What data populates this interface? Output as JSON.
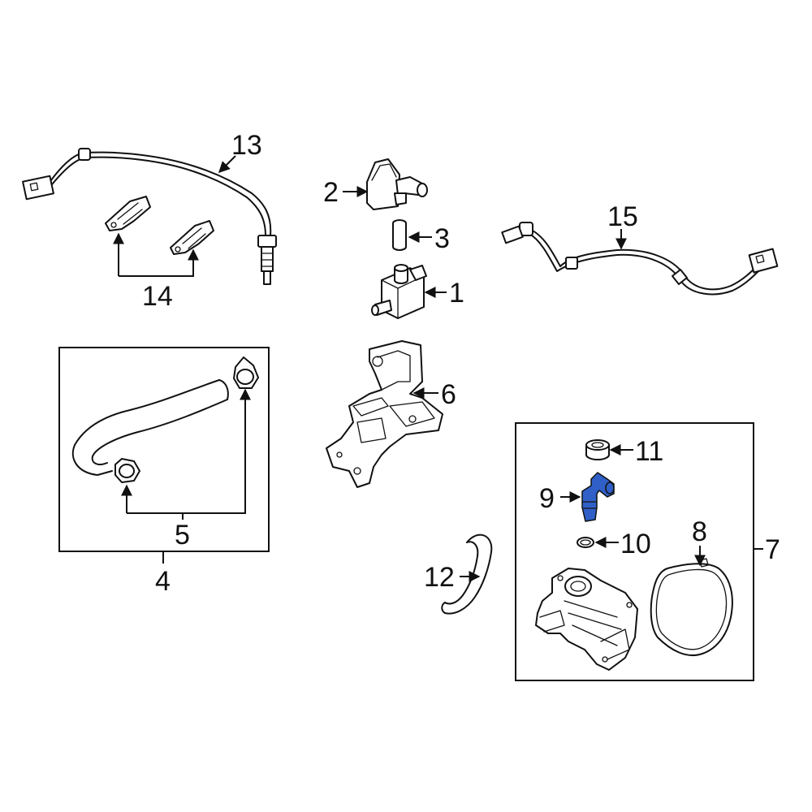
{
  "callouts": {
    "c1": "1",
    "c2": "2",
    "c3": "3",
    "c4": "4",
    "c5": "5",
    "c6": "6",
    "c7": "7",
    "c8": "8",
    "c9": "9",
    "c10": "10",
    "c11": "11",
    "c12": "12",
    "c13": "13",
    "c14": "14",
    "c15": "15"
  },
  "colors": {
    "highlight_part": "#2f5fc7",
    "line": "#111111",
    "background": "#ffffff"
  },
  "highlighted_callout": "9"
}
